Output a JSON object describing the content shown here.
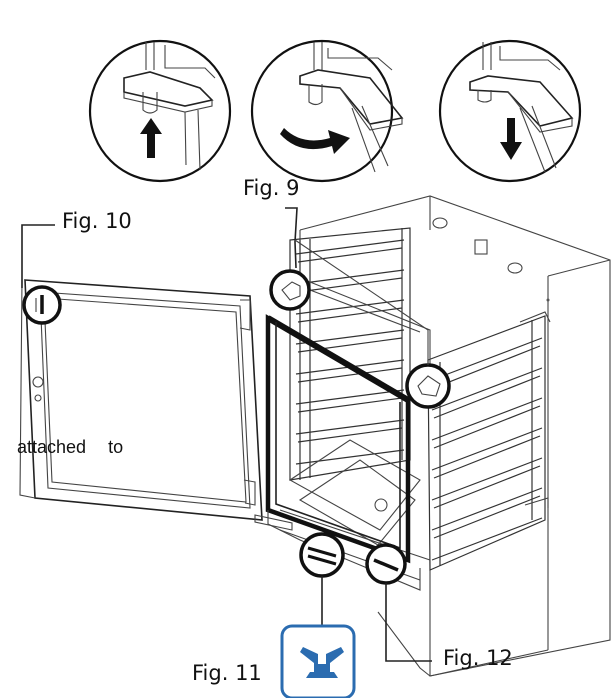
{
  "labels": {
    "fig9": "Fig. 9",
    "fig10": "Fig. 10",
    "fig11": "Fig. 11",
    "fig12": "Fig. 12",
    "attached_word1": "attached",
    "attached_word2": "to"
  },
  "icons": {
    "step_1": "arrow-up-icon",
    "step_2": "curved-arrow-right-icon",
    "step_3": "arrow-down-icon",
    "badge": "blue-y-emblem-icon"
  },
  "colors": {
    "line": "#1a1a1a",
    "light_line": "#8a8a8a",
    "badge_blue": "#2b6cb0"
  }
}
